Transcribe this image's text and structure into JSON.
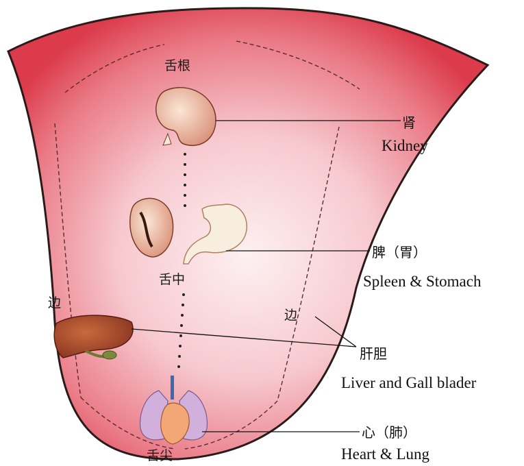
{
  "zones": {
    "root": "舌根",
    "middle": "舌中",
    "edge_left": "边",
    "edge_right": "边",
    "tip": "舌尖"
  },
  "labels": {
    "kidney_zh": "肾",
    "kidney_en": "Kidney",
    "spleen_zh": "脾（胃）",
    "spleen_en": "Spleen & Stomach",
    "liver_zh": "肝胆",
    "liver_en": "Liver and Gall blader",
    "heart_zh": "心（肺）",
    "heart_en": "Heart & Lung"
  },
  "colors": {
    "tongue_edge": "#e03a4a",
    "tongue_center": "#fbe3e6",
    "organ_flesh": "#f2c6a8",
    "liver": "#a8422a",
    "lung": "#c9a6d6",
    "heart": "#f0a070"
  }
}
